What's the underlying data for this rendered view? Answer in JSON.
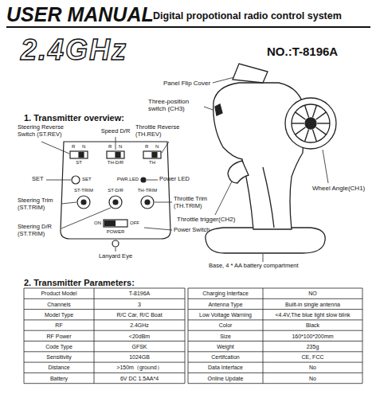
{
  "diagram": {
    "title": "USER MANUAL",
    "labels": [
      "Digital propotional radio control system",
      "2.4GHz",
      "NO.:T-8196A",
      "Panel Flip Cover",
      "1. Transmitter overview:",
      "Three-position switch (CH3)",
      "Steering Reverse Switch (ST.REV)",
      "Speed D/R",
      "Throttle Reverse (TH.REV)",
      "SET",
      "Power LED",
      "Steering Trim (ST.TRIM)",
      "Throttle Trim (TH.TRIM)",
      "Steering D/R (ST.TRIM)",
      "Power Switch",
      "Lanyard Eye",
      "Wheel Angle(CH1)",
      "Throttle trigger(CH2)",
      "Base, 4 * AA battery compartment",
      "R",
      "N",
      "ST",
      "R",
      "N",
      "TH-D/R",
      "R",
      "N",
      "TH",
      "SET",
      "PWR.LED",
      "ST-TRIM",
      "ST-D/R",
      "TH-TRIM",
      "ON",
      "OFF",
      "POWER",
      "2. Transmitter Parameters:",
      "Product Model",
      "T-8196A",
      "Charging Interface",
      "NO",
      "Channels",
      "3",
      "Antenna Type",
      "Built-in single antenna",
      "Model Type",
      "R/C Car, R/C Boat",
      "Low Voltage Warning",
      "<4.4V,The blue light slow blink",
      "RF",
      "2.4GHz",
      "Color",
      "Black",
      "RF Power",
      "<20dBm",
      "Size",
      "160*100*200mm",
      "Code Type",
      "GFSK",
      "Weight",
      "235g",
      "Sensitivity",
      "1024GB",
      "Certifcation",
      "CE, FCC",
      "Distance",
      ">150m（ground）",
      "Data Interface",
      "No",
      "Battery",
      "6V  DC 1.5AA*4",
      "Online Update",
      "No"
    ]
  }
}
